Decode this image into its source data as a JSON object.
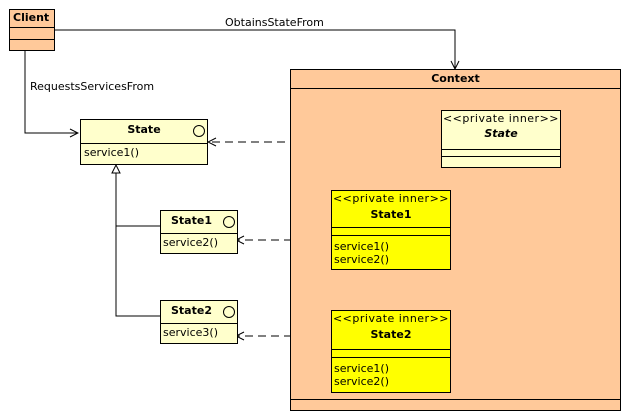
{
  "colors": {
    "client_fill": "#ffc99a",
    "context_fill": "#ffc99a",
    "interface_fill": "#ffffcc",
    "inner_fill": "#ffff00",
    "line": "#000000"
  },
  "client": {
    "name": "Client"
  },
  "relations": {
    "obtains_state_from": "ObtainsStateFrom",
    "requests_services_from": "RequestsServicesFrom"
  },
  "context": {
    "name": "Context"
  },
  "state_interface": {
    "name": "State",
    "op": "service1()"
  },
  "state1_interface": {
    "name": "State1",
    "op": "service2()"
  },
  "state2_interface": {
    "name": "State2",
    "op": "service3()"
  },
  "inner_state": {
    "stereotype": "<<private inner>>",
    "name": "State"
  },
  "inner_state1": {
    "stereotype": "<<private inner>>",
    "name": "State1",
    "ops": [
      "service1()",
      "service2()"
    ]
  },
  "inner_state2": {
    "stereotype": "<<private inner>>",
    "name": "State2",
    "ops": [
      "service1()",
      "service2()"
    ]
  }
}
